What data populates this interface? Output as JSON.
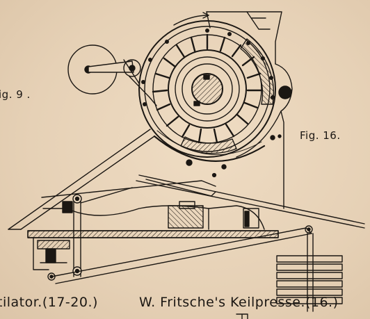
{
  "labels": {
    "fig_left": "ig. 9 .",
    "fig_right": "Fig. 16.",
    "caption_left": "tilator.(17-20.)",
    "caption_right": "W. Fritsche's Keilpresse.(16.)"
  },
  "colors": {
    "paper": "#e9d6bd",
    "ink": "#1b1713",
    "hatch": "#2a231c"
  }
}
